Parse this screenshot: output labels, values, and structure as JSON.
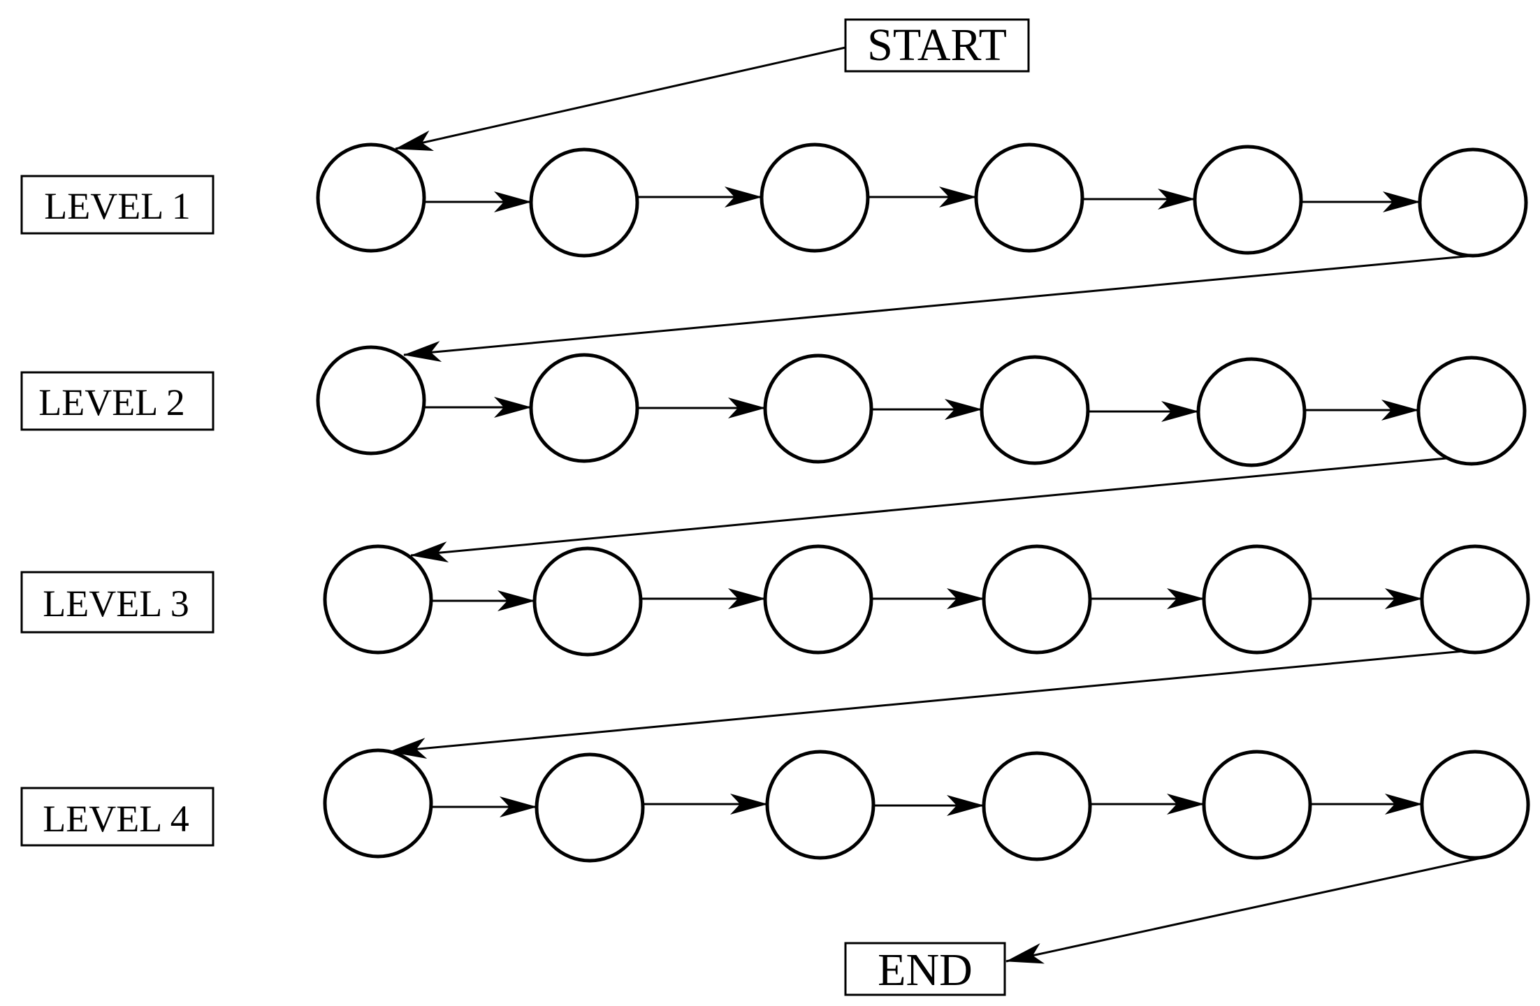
{
  "diagram": {
    "start_label": "START",
    "end_label": "END",
    "levels": [
      {
        "label": "LEVEL 1",
        "node_count": 6
      },
      {
        "label": "LEVEL 2",
        "node_count": 6
      },
      {
        "label": "LEVEL 3",
        "node_count": 6
      },
      {
        "label": "LEVEL 4",
        "node_count": 6
      }
    ],
    "colors": {
      "stroke": "#000000",
      "background": "#ffffff"
    }
  }
}
